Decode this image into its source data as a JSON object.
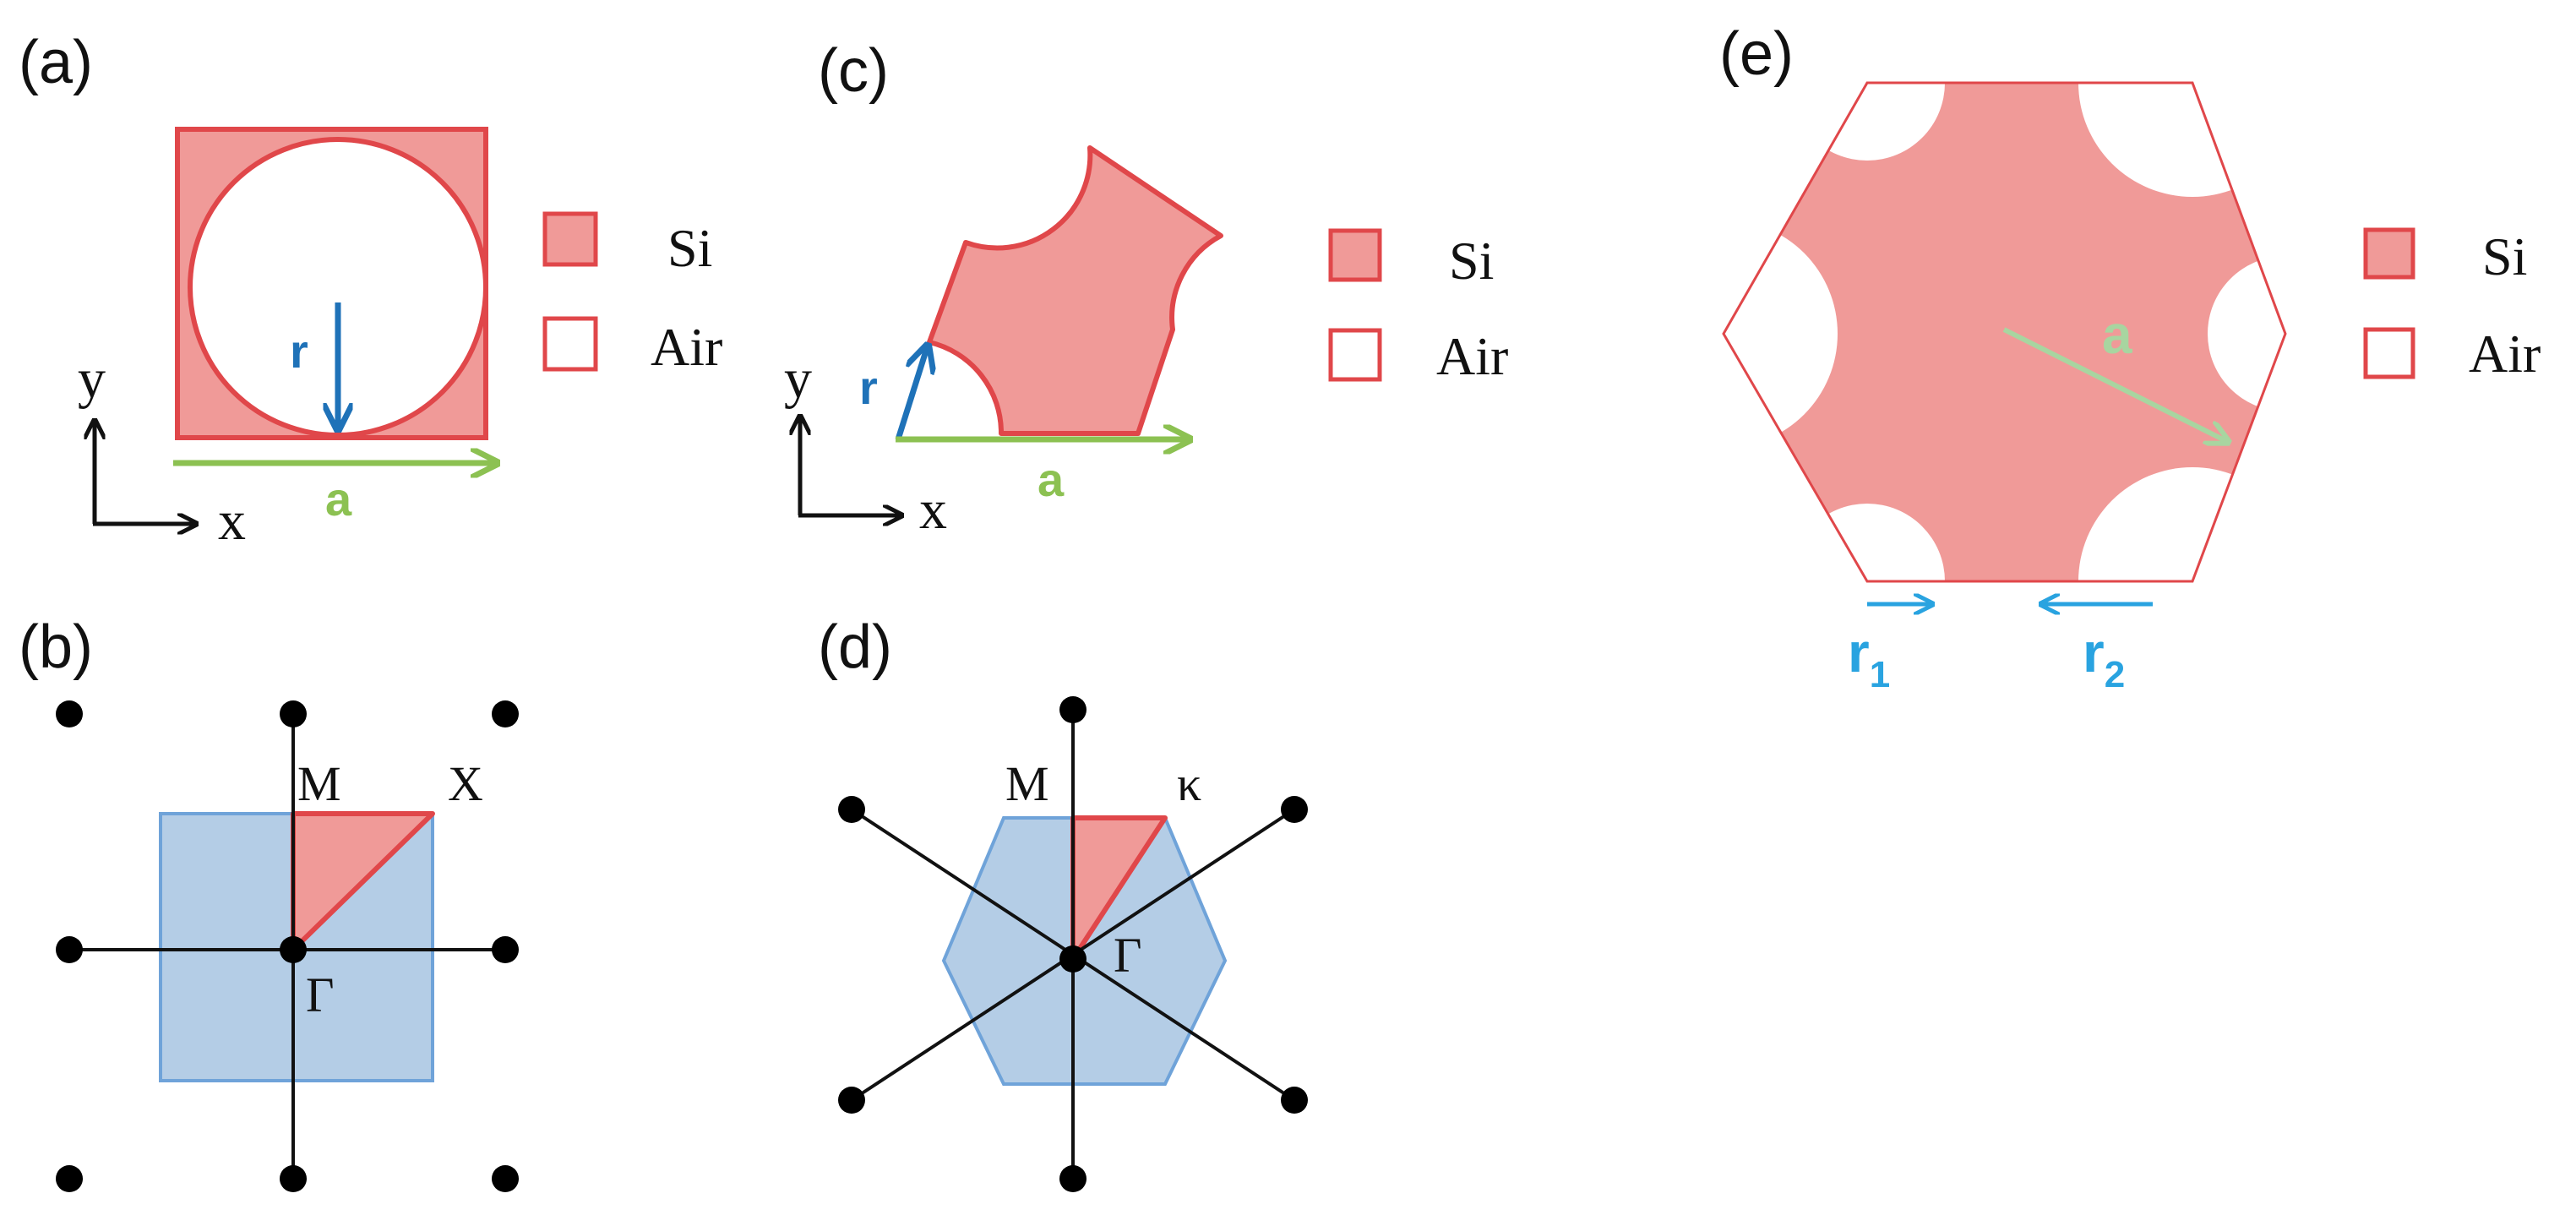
{
  "colors": {
    "si_fill": "#f09a98",
    "si_stroke": "#e0474a",
    "air_fill": "#ffffff",
    "brillouin_fill": "#b4cde6",
    "brillouin_stroke": "#6fa3d9",
    "vector_r": "#1f72b8",
    "vector_a": "#8cc152",
    "vector_a_light": "#a8d5a0",
    "vector_r_light": "#29a3e0",
    "ink": "#111111"
  },
  "panels": {
    "a": {
      "label": "(a)",
      "vec_r": "r",
      "vec_a": "a",
      "axis_x": "x",
      "axis_y": "y"
    },
    "b": {
      "label": "(b)",
      "pt_M": "M",
      "pt_X": "X",
      "pt_G": "Γ"
    },
    "c": {
      "label": "(c)",
      "vec_r": "r",
      "vec_a": "a",
      "axis_x": "x",
      "axis_y": "y"
    },
    "d": {
      "label": "(d)",
      "pt_M": "M",
      "pt_K": "κ",
      "pt_G": "Γ"
    },
    "e": {
      "label": "(e)",
      "vec_a": "a",
      "vec_r1": "r",
      "vec_r1_sub": "1",
      "vec_r2": "r",
      "vec_r2_sub": "2"
    }
  },
  "legend": {
    "si": "Si",
    "air": "Air"
  },
  "icons": [
    "arrow-icon",
    "lattice-point-icon"
  ]
}
